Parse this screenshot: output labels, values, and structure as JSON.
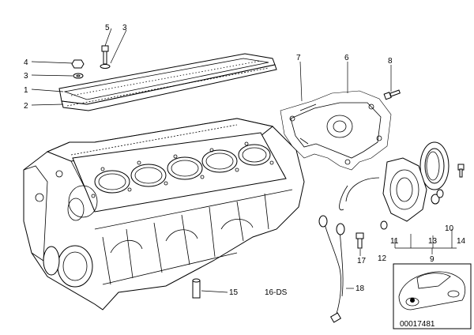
{
  "callouts": {
    "c1": "1",
    "c2": "2",
    "c3a": "3",
    "c3b": "3",
    "c4": "4",
    "c5": "5",
    "c6": "6",
    "c7": "7",
    "c8": "8",
    "c9": "9",
    "c10": "10",
    "c11": "11",
    "c12": "12",
    "c13": "13",
    "c14": "14",
    "c15": "15",
    "c16": "16-DS",
    "c17": "17",
    "c18": "18"
  },
  "inset_id": "00017481"
}
